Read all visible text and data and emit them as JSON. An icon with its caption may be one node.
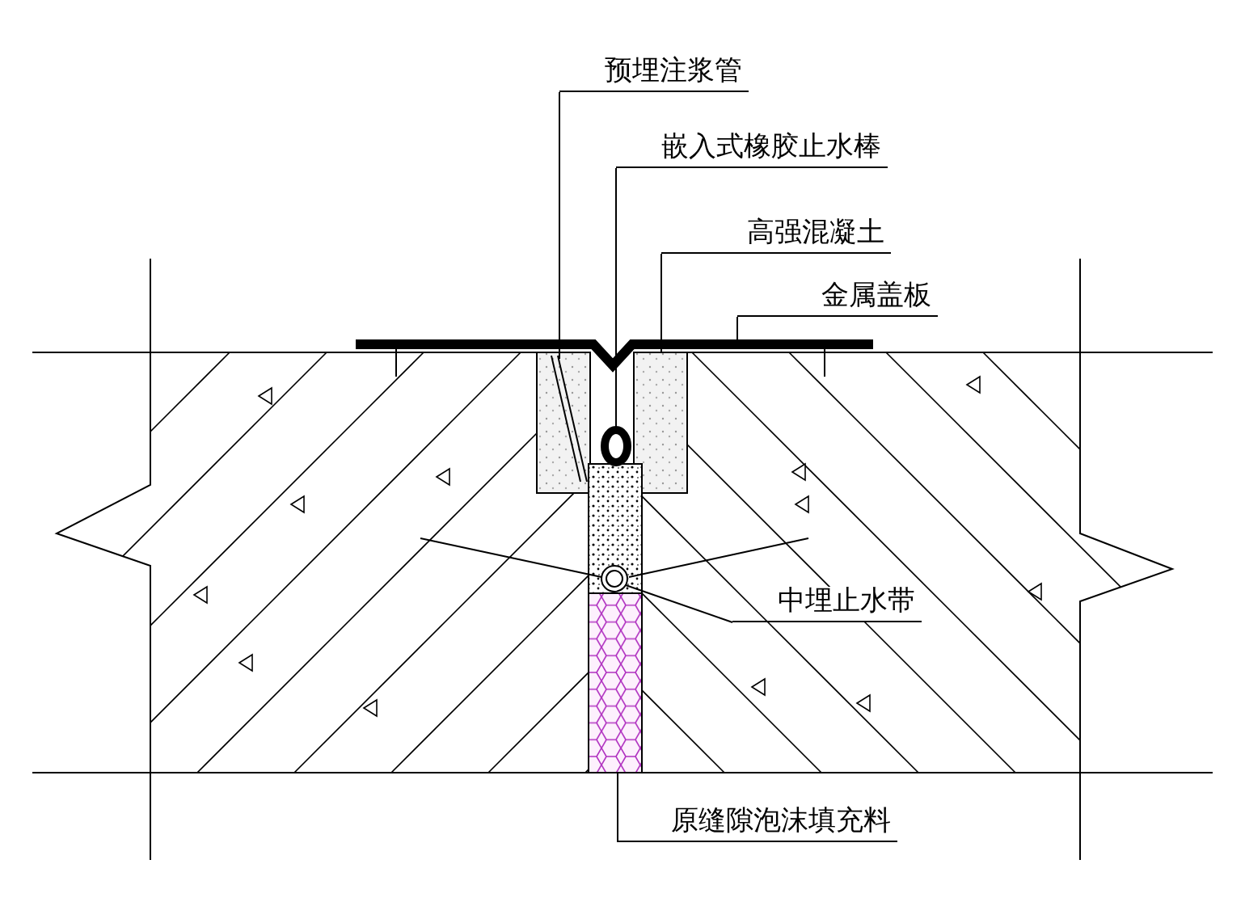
{
  "diagram": {
    "nodes": [
      {
        "text": [
          "预埋注浆管"
        ]
      },
      {
        "text": [
          "嵌入式橡胶止水棒"
        ]
      },
      {
        "text": [
          "高强混凝土"
        ]
      },
      {
        "text": [
          "金属盖板"
        ]
      },
      {
        "text": [
          "中埋止水带"
        ]
      },
      {
        "text": [
          "原缝隙泡沫填充料"
        ]
      },
      {
        "text": [],
        "shape": "line"
      },
      {
        "text": [],
        "shape": "circle"
      },
      {
        "text": [],
        "shape": "box"
      },
      {
        "text": [],
        "shape": "bar"
      },
      {
        "text": [],
        "shape": "ring"
      },
      {
        "text": [],
        "shape": "box"
      },
      {
        "text": [],
        "shape": "box"
      }
    ],
    "edges": [
      {
        "from": 0,
        "to": 6,
        "arrow": "none"
      },
      {
        "from": 1,
        "to": 7,
        "arrow": "none"
      },
      {
        "from": 2,
        "to": 8,
        "arrow": "none"
      },
      {
        "from": 3,
        "to": 9,
        "arrow": "none"
      },
      {
        "from": 4,
        "to": 10,
        "arrow": "none"
      },
      {
        "from": 5,
        "to": 11,
        "arrow": "none"
      }
    ]
  }
}
